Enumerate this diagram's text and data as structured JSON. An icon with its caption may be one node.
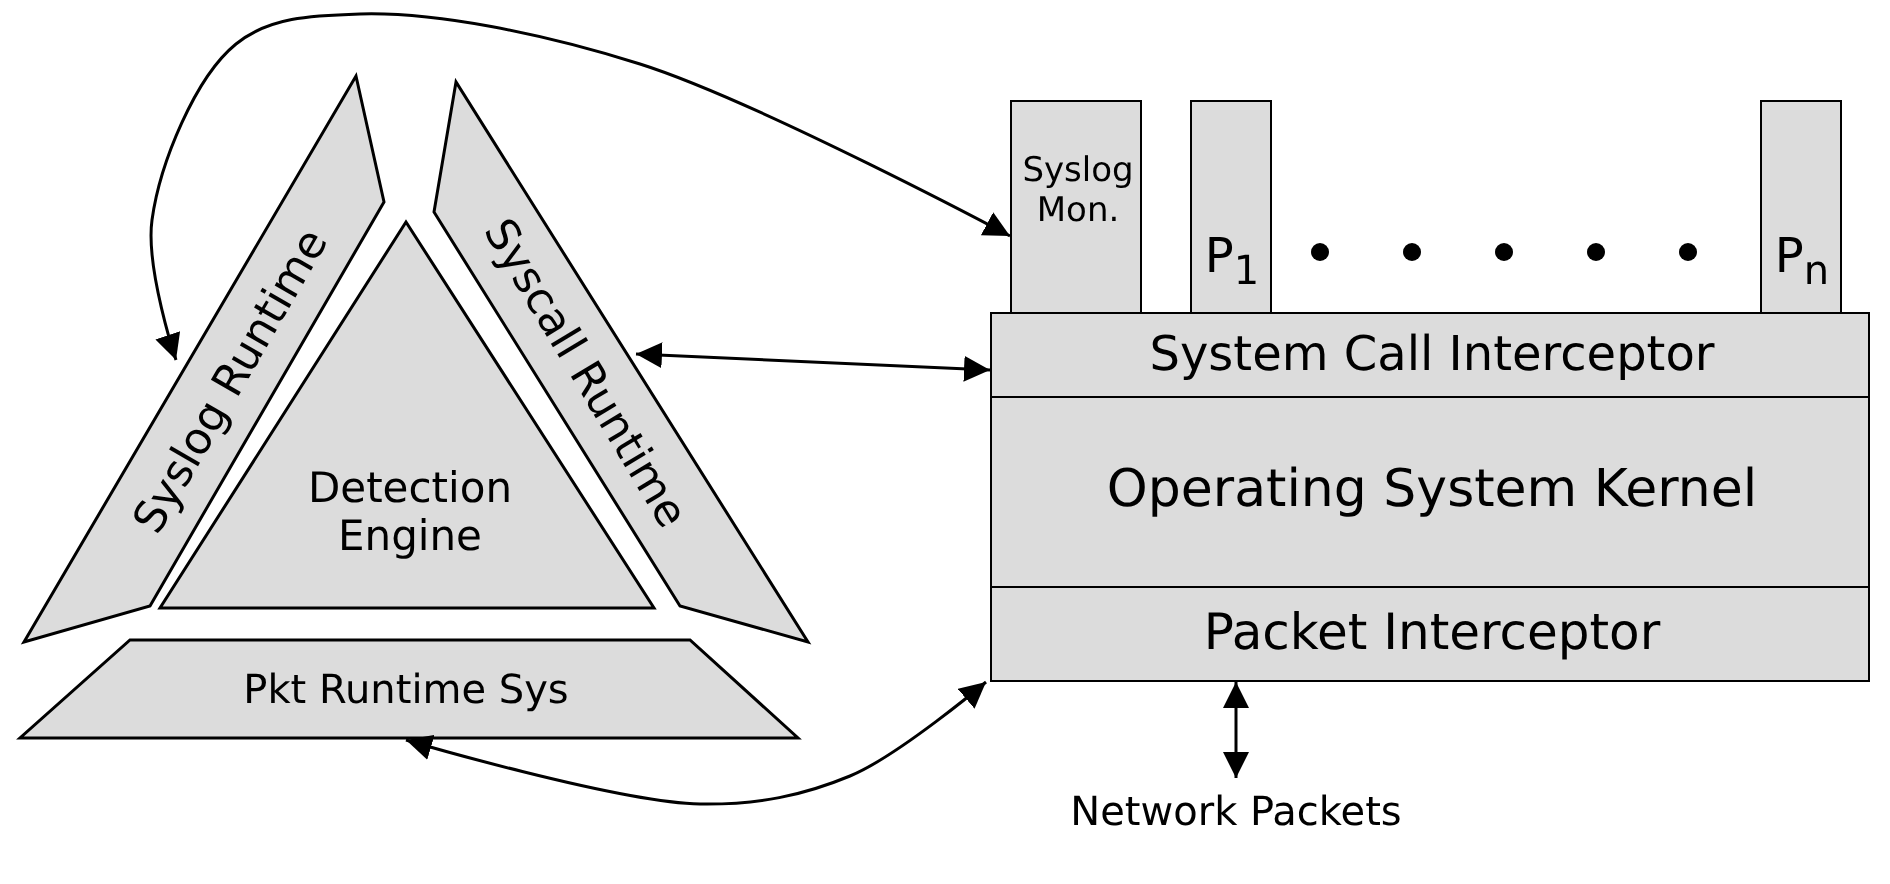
{
  "diagram": {
    "nodes": [
      {
        "text": [
          "Detection Engine"
        ]
      },
      {
        "text": [
          "Syslog Runtime"
        ]
      },
      {
        "text": [
          "Syscall Runtime"
        ]
      },
      {
        "text": [
          "Pkt Runtime Sys"
        ]
      },
      {
        "text": [
          "Syslog Mon."
        ]
      },
      {
        "text": [
          "P$_{1}$"
        ]
      },
      {
        "text": [
          "P$_{n}$"
        ]
      },
      {
        "text": [
          "System Call Interceptor"
        ]
      },
      {
        "text": [
          "Operating System Kernel"
        ]
      },
      {
        "text": [
          "Packet Interceptor"
        ]
      },
      {
        "text": [
          "Network Packets"
        ]
      }
    ],
    "edges": [
      {
        "from": 1,
        "to": 4,
        "arrow": "both"
      },
      {
        "from": 2,
        "to": 7,
        "arrow": "both"
      },
      {
        "from": 3,
        "to": 9,
        "arrow": "both"
      },
      {
        "from": 9,
        "to": 10,
        "arrow": "both"
      }
    ]
  }
}
